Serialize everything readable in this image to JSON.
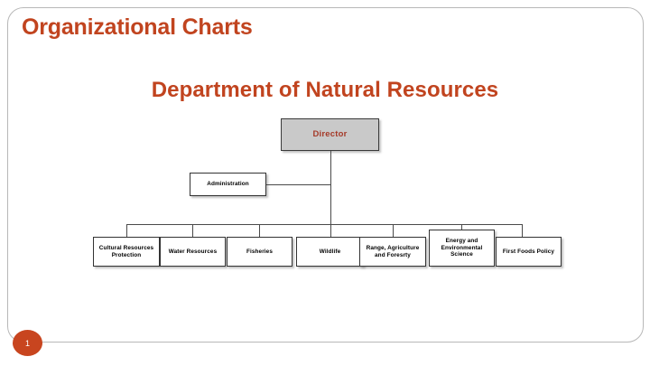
{
  "slide": {
    "title": "Organizational Charts",
    "page_number": "1",
    "accent_color": "#C1441F",
    "badge_color": "#C8451F"
  },
  "chart_data": {
    "type": "diagram",
    "diagram_type": "organizational-chart",
    "title": "Department of Natural Resources",
    "root": {
      "label": "Director",
      "fill_color": "#C9C9C9",
      "text_color": "#A53A29"
    },
    "staff": [
      {
        "label": "Administration"
      }
    ],
    "divisions": [
      {
        "label": "Cultural Resources Protection"
      },
      {
        "label": "Water Resources"
      },
      {
        "label": "Fisheries"
      },
      {
        "label": "Wildlife"
      },
      {
        "label": "Range, Agriculture and Foresrty"
      },
      {
        "label": "Energy and Environmental Science"
      },
      {
        "label": "First Foods Policy"
      }
    ]
  }
}
